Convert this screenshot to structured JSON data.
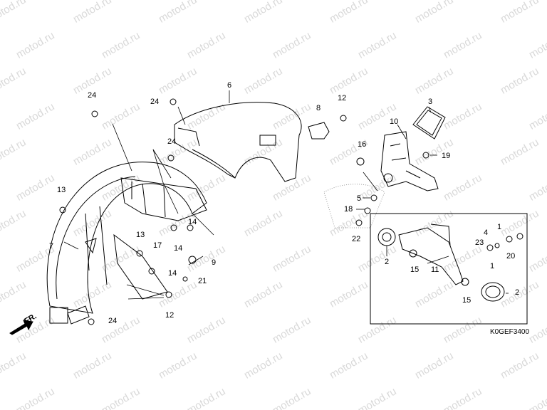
{
  "watermark_text": "motod.ru",
  "catalog_code": "K0GEF3400",
  "front_label": "FR.",
  "callouts": {
    "c1": "1",
    "c1b": "1",
    "c2a": "2",
    "c2b": "2",
    "c3": "3",
    "c4": "4",
    "c5": "5",
    "c6": "6",
    "c7": "7",
    "c8": "8",
    "c9": "9",
    "c10": "10",
    "c11": "11",
    "c12a": "12",
    "c12b": "12",
    "c13a": "13",
    "c13b": "13",
    "c14a": "14",
    "c14b": "14",
    "c14c": "14",
    "c15a": "15",
    "c15b": "15",
    "c16": "16",
    "c17": "17",
    "c18": "18",
    "c19": "19",
    "c20": "20",
    "c21": "21",
    "c22": "22",
    "c23": "23",
    "c24a": "24",
    "c24b": "24",
    "c24c": "24",
    "c24d": "24"
  },
  "colors": {
    "line": "#000000",
    "watermark": "#d9d9d9"
  }
}
